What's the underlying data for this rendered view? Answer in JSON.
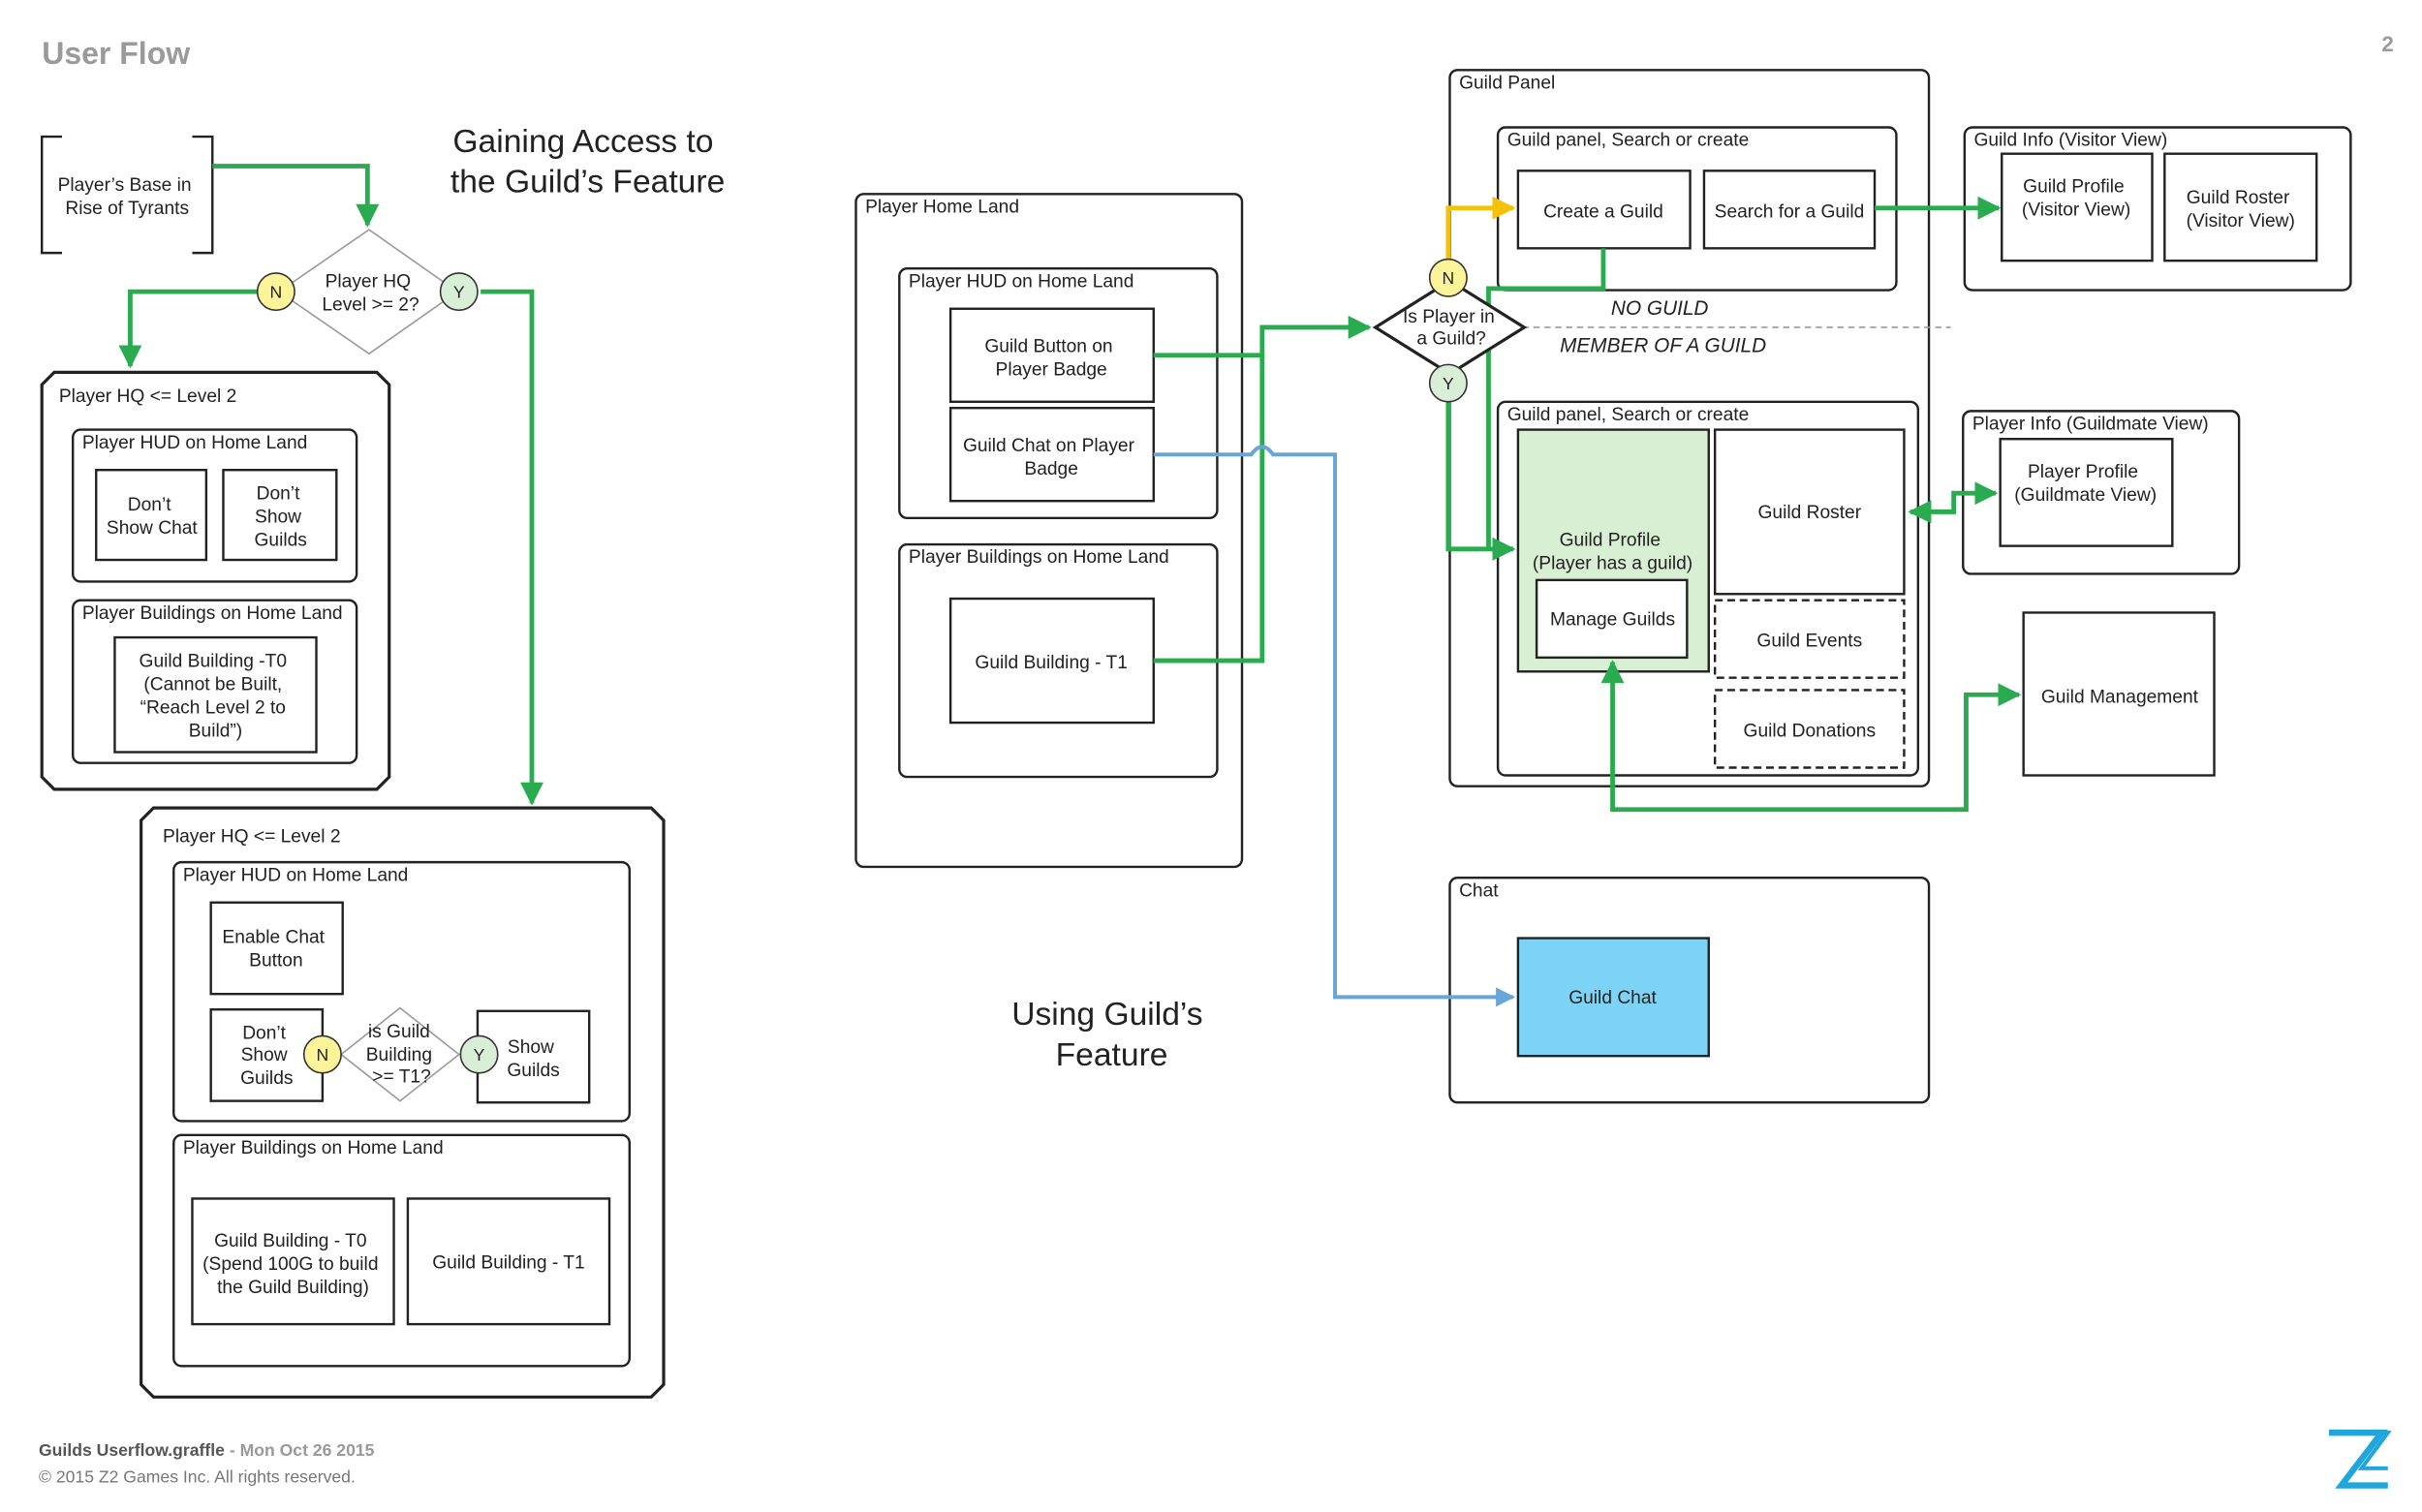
{
  "page": {
    "title": "User Flow",
    "page_number": "2",
    "footer_file": "Guilds Userflow.graffle",
    "footer_date": " - Mon Oct 26 2015",
    "footer_copyright": "© 2015 Z2 Games Inc. All rights reserved.",
    "logo_letters": "Z2"
  },
  "colors": {
    "green_flow": "#2bab4f",
    "yellow_flow": "#f5c20b",
    "blue_flow": "#6aa5d8",
    "no_badge_fill": "#fdf49a",
    "yes_badge_fill": "#d8eed6",
    "guild_profile_fill": "#d9efd3",
    "guild_chat_fill": "#7dd3f5",
    "logo": "#1fa6dc"
  },
  "headings": {
    "access": [
      "Gaining Access to",
      "the Guild’s Feature"
    ],
    "using": [
      "Using Guild’s",
      "Feature"
    ]
  },
  "access_flow": {
    "start": [
      "Player’s Base in",
      "Rise of Tyrants"
    ],
    "decision": [
      "Player HQ",
      "Level >= 2?"
    ],
    "no_label": "N",
    "yes_label": "Y",
    "low": {
      "title": "Player HQ <= Level 2",
      "hud_title": "Player HUD on Home Land",
      "hud_items": [
        [
          "Don’t",
          "Show Chat"
        ],
        [
          "Don’t",
          "Show",
          "Guilds"
        ]
      ],
      "buildings_title": "Player Buildings on Home Land",
      "building": [
        "Guild Building -T0",
        "(Cannot be Built,",
        "“Reach Level 2 to",
        "Build”)"
      ]
    },
    "high": {
      "title": "Player HQ <= Level 2",
      "hud_title": "Player HUD on Home Land",
      "chat_button": [
        "Enable Chat",
        "Button"
      ],
      "dont_show": [
        "Don’t",
        "Show",
        "Guilds"
      ],
      "decision": [
        "is Guild",
        "Building",
        ">= T1?"
      ],
      "show": [
        "Show",
        "Guilds"
      ],
      "buildings_title": "Player Buildings on Home Land",
      "t0": [
        "Guild Building - T0",
        "(Spend 100G to build",
        "the Guild Building)"
      ],
      "t1": [
        "Guild Building - T1"
      ]
    }
  },
  "using_flow": {
    "home_land": {
      "title": "Player Home Land",
      "hud_title": "Player HUD on Home Land",
      "guild_button": [
        "Guild Button on",
        "Player Badge"
      ],
      "guild_chat": [
        "Guild Chat on Player",
        "Badge"
      ],
      "buildings_title": "Player Buildings on Home Land",
      "building": [
        "Guild Building - T1"
      ]
    },
    "decision": [
      "Is Player in",
      "a Guild?"
    ],
    "no_guild_label": "NO GUILD",
    "member_label": "MEMBER OF A GUILD",
    "guild_panel": {
      "title": "Guild Panel",
      "search_title": "Guild panel, Search or create",
      "create": [
        "Create a Guild"
      ],
      "search": [
        "Search for a Guild"
      ],
      "member_title": "Guild panel, Search or create",
      "profile": [
        "Guild Profile",
        "(Player has a guild)"
      ],
      "manage": [
        "Manage Guilds"
      ],
      "roster": [
        "Guild Roster"
      ],
      "events": [
        "Guild Events"
      ],
      "donations": [
        "Guild Donations"
      ]
    },
    "visitor": {
      "title": "Guild Info (Visitor View)",
      "profile": [
        "Guild Profile",
        "(Visitor View)"
      ],
      "roster": [
        "Guild Roster",
        "(Visitor View)"
      ]
    },
    "guildmate": {
      "title": "Player Info (Guildmate View)",
      "profile": [
        "Player Profile",
        "(Guildmate View)"
      ]
    },
    "management": [
      "Guild Management"
    ],
    "chat": {
      "title": "Chat",
      "guild_chat": [
        "Guild Chat"
      ]
    }
  }
}
